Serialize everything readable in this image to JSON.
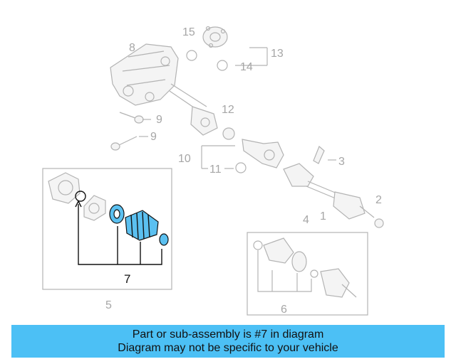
{
  "callouts": {
    "c1": "1",
    "c2": "2",
    "c3": "3",
    "c4": "4",
    "c5": "5",
    "c6": "6",
    "c7": "7",
    "c8": "8",
    "c9a": "9",
    "c9b": "9",
    "c10": "10",
    "c11": "11",
    "c12": "12",
    "c13": "13",
    "c14": "14",
    "c15": "15"
  },
  "banner": {
    "line1": "Part or sub-assembly is #7 in diagram",
    "line2": "Diagram may not be specific to your vehicle"
  },
  "colors": {
    "highlight": "#5bc0f0",
    "banner": "#4cc0f5",
    "line": "#b3b3b3"
  }
}
